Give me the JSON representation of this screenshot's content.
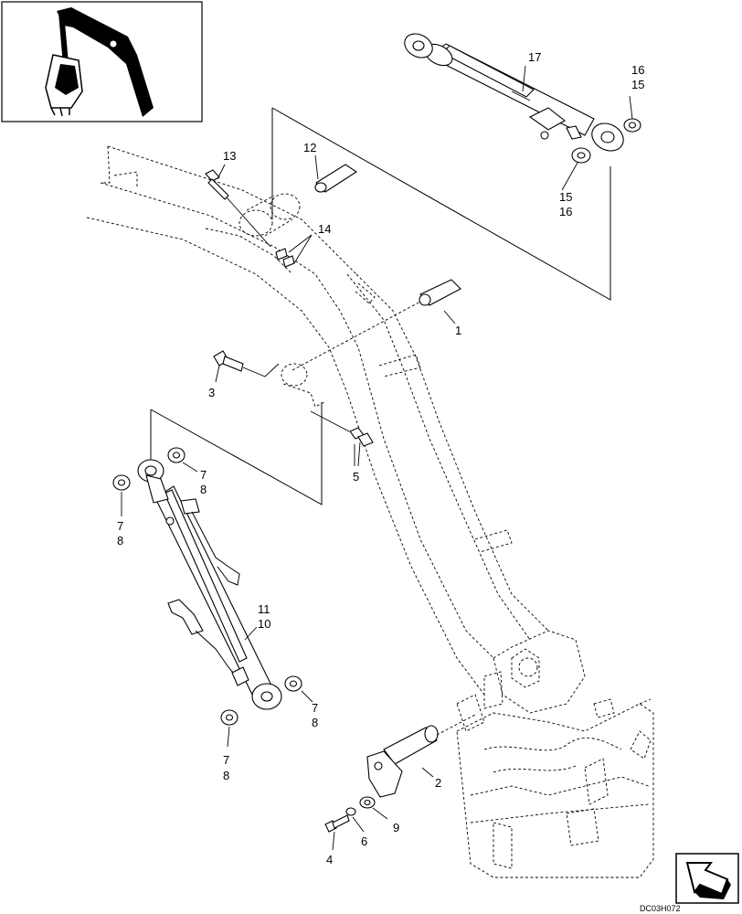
{
  "callouts": {
    "c1": "1",
    "c2": "2",
    "c3": "3",
    "c4": "4",
    "c5": "5",
    "c6": "6",
    "c7a": "7",
    "c8a": "8",
    "c7b": "7",
    "c8b": "8",
    "c7c": "7",
    "c8c": "8",
    "c7d": "7",
    "c8d": "8",
    "c9": "9",
    "c10": "10",
    "c11": "11",
    "c12": "12",
    "c13": "13",
    "c14": "14",
    "c15a": "15",
    "c16a": "16",
    "c15b": "15",
    "c16b": "16",
    "c17": "17"
  },
  "drawing_code": "DC03H072",
  "icons": {
    "locator": "machine-locator-icon",
    "direction": "direction-arrow-icon"
  },
  "colors": {
    "ink": "#000000",
    "paper": "#ffffff"
  }
}
